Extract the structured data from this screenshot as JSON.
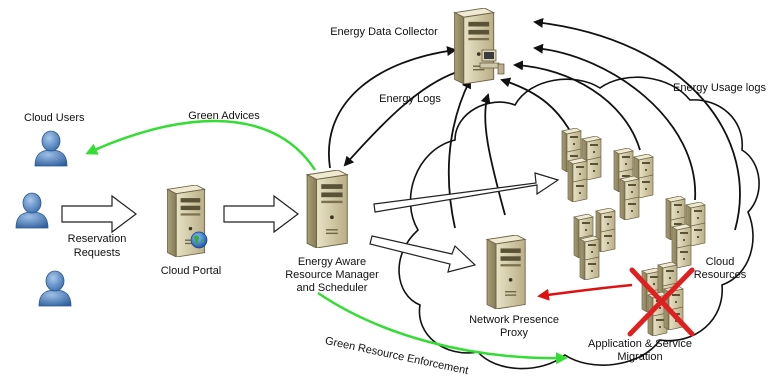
{
  "labels": {
    "energy_data_collector": "Energy Data Collector",
    "energy_usage_logs": "Energy Usage logs",
    "energy_logs": "Energy Logs",
    "cloud_users": "Cloud Users",
    "green_advices": "Green Advices",
    "reservation_requests_line1": "Reservation",
    "reservation_requests_line2": "Requests",
    "cloud_portal": "Cloud Portal",
    "manager_line1": "Energy Aware",
    "manager_line2": "Resource Manager",
    "manager_line3": "and Scheduler",
    "cloud_resources_line1": "Cloud",
    "cloud_resources_line2": "Resources",
    "network_presence_line1": "Network Presence",
    "network_presence_line2": "Proxy",
    "migration_line1": "Application & Service",
    "migration_line2": "Migration",
    "green_resource_enforcement": "Green Resource Enforcement"
  },
  "colors": {
    "green_arrow": "#33dd33",
    "red_arrow": "#e01010",
    "red_cross": "#e02020",
    "server_body": "#d8d0b0",
    "user_icon": "#5d8fc9"
  },
  "icons": [
    "server-icon",
    "user-icon",
    "globe-icon",
    "computer-terminal-icon",
    "cloud-outline",
    "red-x-icon"
  ]
}
